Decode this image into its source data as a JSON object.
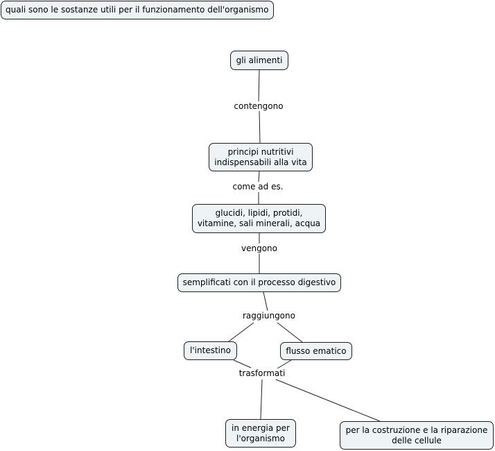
{
  "title": "quali sono le sostanze utili per il funzionamento dell'organismo",
  "nodes": {
    "alimenti": [
      "gli alimenti"
    ],
    "principi": [
      "principi nutritivi",
      "indispensabili alla vita"
    ],
    "glucidi": [
      "glucidi, lipidi, protidi,",
      "vitamine, sali minerali, acqua"
    ],
    "semplificati": [
      "semplificati con il processo digestivo"
    ],
    "intestino": [
      "l'intestino"
    ],
    "flusso": [
      "flusso ematico"
    ],
    "energia": [
      "in energia per",
      "l'organismo"
    ],
    "costruzione": [
      "per la costruzione e la riparazione",
      "delle cellule"
    ]
  },
  "links": {
    "contengono": "contengono",
    "come_ad_es": "come ad es.",
    "vengono": "vengono",
    "raggiungono": "raggiungono",
    "trasformati": "trasformati"
  }
}
